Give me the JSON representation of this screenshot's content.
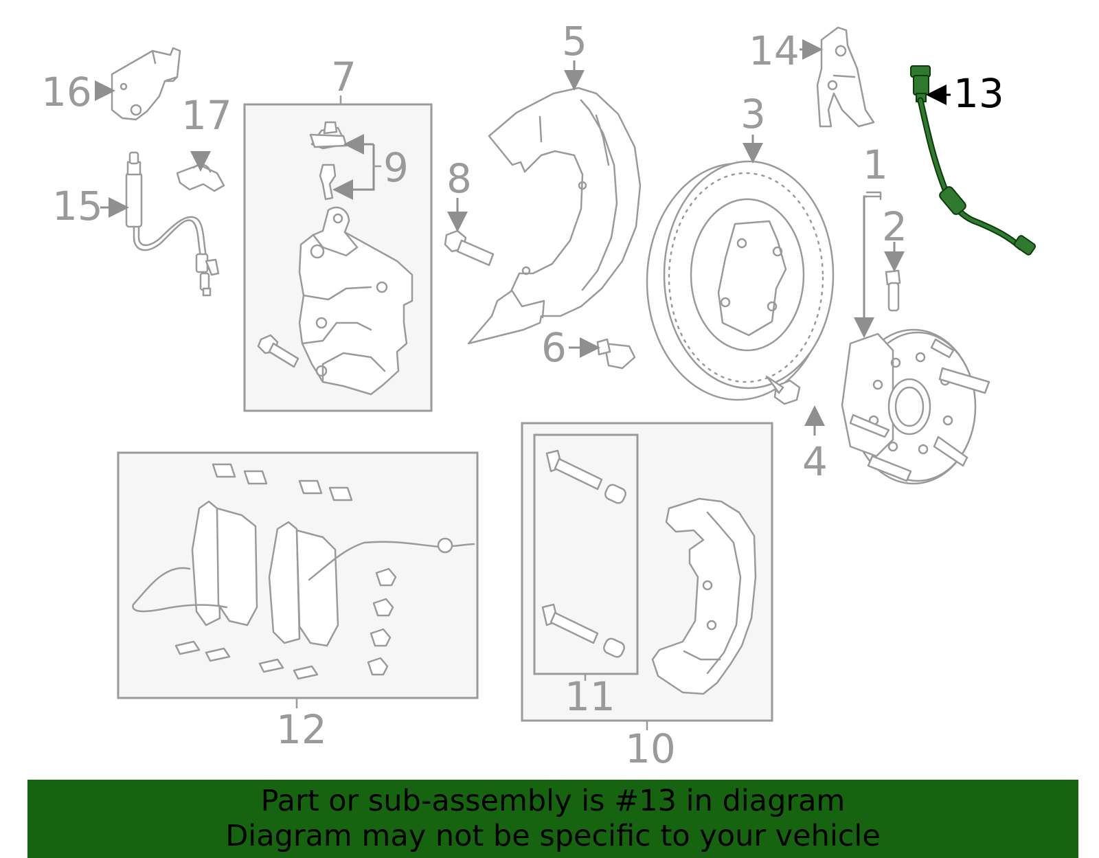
{
  "diagram": {
    "callouts": [
      "1",
      "2",
      "3",
      "4",
      "5",
      "6",
      "7",
      "8",
      "9",
      "10",
      "11",
      "12",
      "13",
      "14",
      "15",
      "16",
      "17"
    ],
    "highlighted_part": "13",
    "highlight_color": "#166310",
    "parts": [
      "hub-assembly",
      "hub-stud",
      "brake-rotor",
      "rotor-bolt",
      "dust-shield",
      "shield-bolt",
      "caliper-assembly",
      "caliper-bolt",
      "bleeder-kit",
      "caliper-bracket",
      "guide-pin-kit",
      "brake-pad-set",
      "wear-sensor",
      "sensor-bracket",
      "brake-hose",
      "hose-bracket",
      "hose-clip"
    ]
  },
  "banner": {
    "line1": "Part or sub-assembly is #13 in diagram",
    "line2": "Diagram may not be specific to your vehicle",
    "background": "#166310"
  }
}
